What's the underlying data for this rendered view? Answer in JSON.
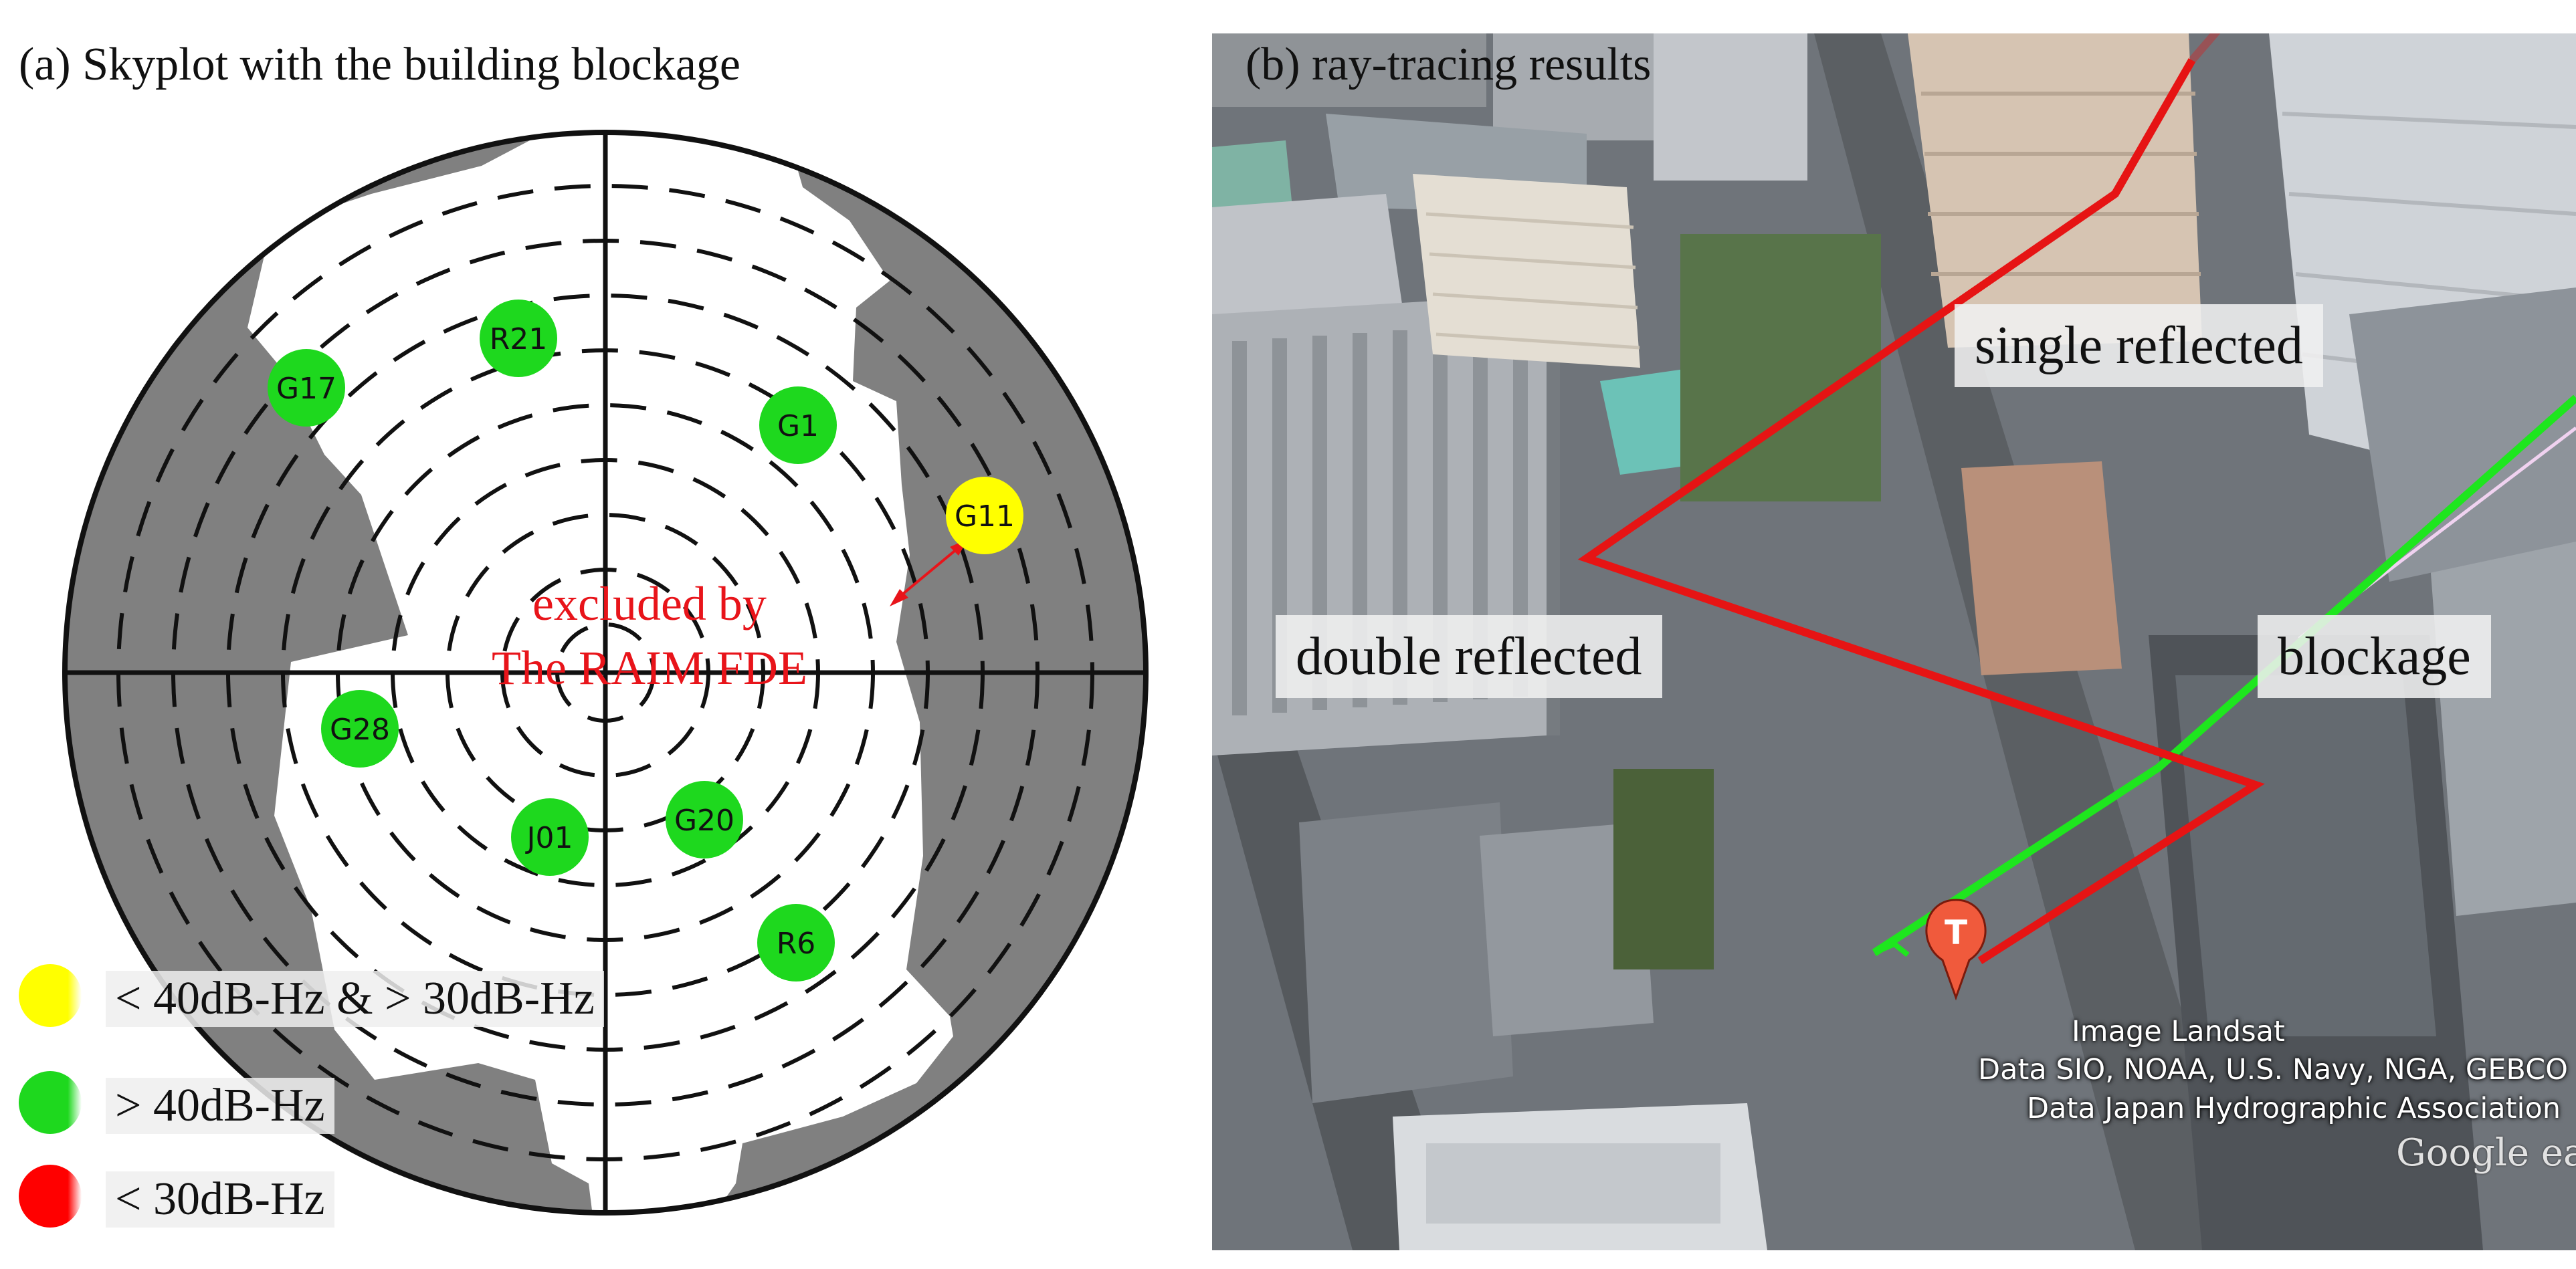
{
  "panel_a": {
    "title": "(a) Skyplot with the building blockage",
    "satellites": [
      {
        "id": "R21",
        "color": "#1ed81e"
      },
      {
        "id": "G17",
        "color": "#1ed81e"
      },
      {
        "id": "G1",
        "color": "#1ed81e"
      },
      {
        "id": "G11",
        "color": "#ffff00"
      },
      {
        "id": "G28",
        "color": "#1ed81e"
      },
      {
        "id": "J01",
        "color": "#1ed81e"
      },
      {
        "id": "G20",
        "color": "#1ed81e"
      },
      {
        "id": "R6",
        "color": "#1ed81e"
      }
    ],
    "annotation_line1": "excluded by",
    "annotation_line2": "The RAIM FDE",
    "legend": [
      {
        "label": "< 40dB-Hz & > 30dB-Hz",
        "color": "#ffff00"
      },
      {
        "label": "> 40dB-Hz",
        "color": "#1ed81e"
      },
      {
        "label": "< 30dB-Hz",
        "color": "#ff0000"
      }
    ],
    "colors": {
      "blockage": "#808080",
      "open_sky": "#ffffff",
      "annotation": "#e8141a"
    }
  },
  "panel_b": {
    "title": "(b) ray-tracing results",
    "labels": {
      "single": "single reflected",
      "double": "double reflected",
      "blockage": "blockage"
    },
    "marker_letter": "T",
    "attribution": [
      "Image Landsat",
      "Data SIO, NOAA, U.S. Navy, NGA, GEBCO",
      "Data Japan Hydrographic Association"
    ],
    "logo": "Google earth",
    "colors": {
      "single_ray": "#1ee61e",
      "double_ray": "#e61414",
      "blockage_ray": "#f0d2f0"
    }
  }
}
